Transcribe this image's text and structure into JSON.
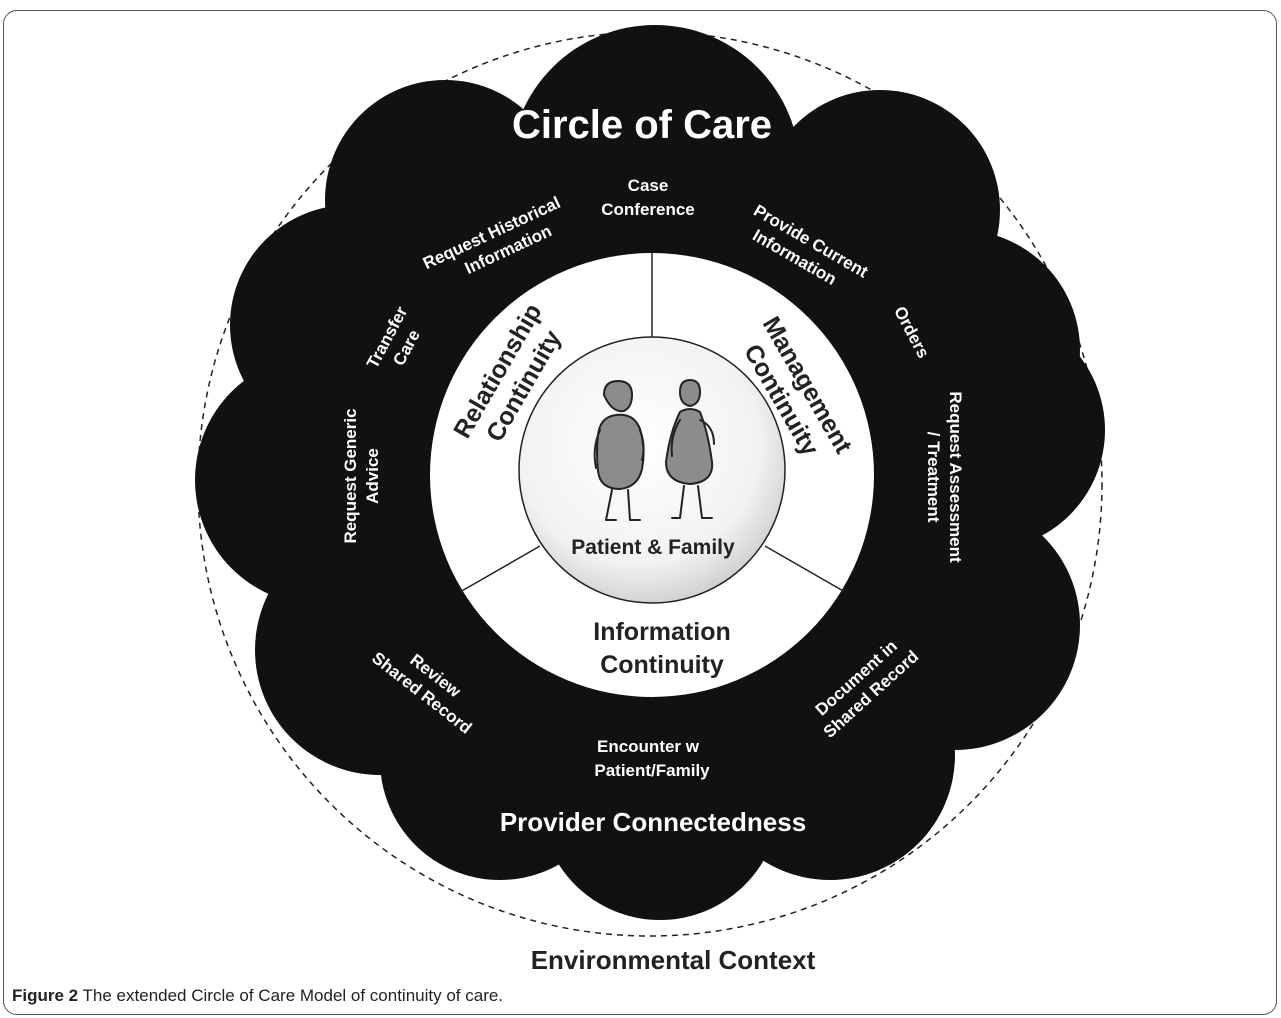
{
  "outer_title": "Circle of Care",
  "bottom_band_title": "Provider Connectedness",
  "outside_label": "Environmental Context",
  "center_label": "Patient & Family",
  "continuity_sections": {
    "relationship": [
      "Relationship",
      "Continuity"
    ],
    "management": [
      "Management",
      "Continuity"
    ],
    "information": [
      "Information",
      "Continuity"
    ]
  },
  "activities": {
    "case_conference": [
      "Case",
      "Conference"
    ],
    "request_historical": [
      "Request Historical",
      "Information"
    ],
    "provide_current": [
      "Provide Current",
      "Information"
    ],
    "transfer_care": [
      "Transfer",
      "Care"
    ],
    "orders": "Orders",
    "request_generic": [
      "Request Generic",
      "Advice"
    ],
    "request_assessment": [
      "Request Assessment",
      "/ Treatment"
    ],
    "review_shared": [
      "Review",
      "Shared Record"
    ],
    "document_shared": [
      "Document in",
      "Shared Record"
    ],
    "encounter": [
      "Encounter w",
      "Patient/Family"
    ]
  },
  "caption": {
    "label": "Figure 2",
    "text": " The extended Circle of Care Model of continuity of care."
  },
  "colors": {
    "cloud": "#111111",
    "figure_fill": "#8c8c8c",
    "sphere_light": "#ffffff",
    "sphere_dark": "#c8c8c8"
  }
}
